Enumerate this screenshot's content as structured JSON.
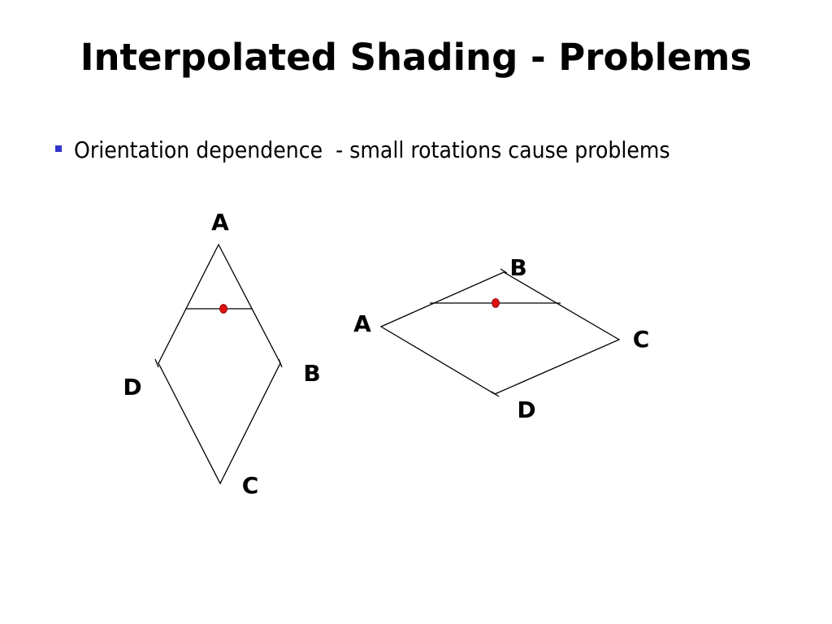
{
  "slide": {
    "title": "Interpolated Shading - Problems",
    "bullet": {
      "text": "Orientation dependence  - small rotations cause problems",
      "marker_color": "#3333cc"
    }
  },
  "diagram": {
    "colors": {
      "line": "#000000",
      "point": "#dd1111"
    },
    "left_rhombus": {
      "labels": {
        "A": "A",
        "B": "B",
        "C": "C",
        "D": "D"
      }
    },
    "right_rhombus": {
      "labels": {
        "A": "A",
        "B": "B",
        "C": "C",
        "D": "D"
      }
    }
  }
}
